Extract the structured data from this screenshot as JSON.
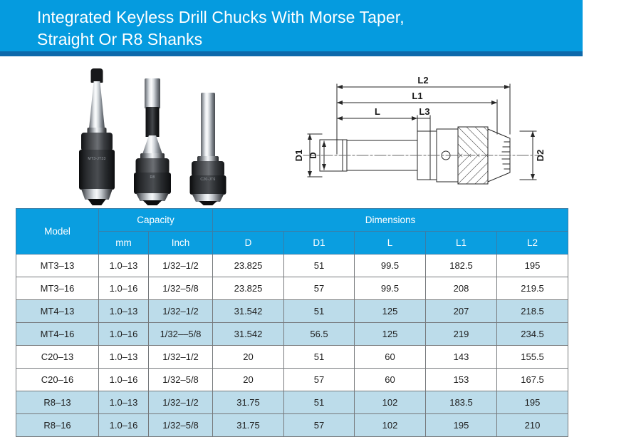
{
  "header": {
    "title": "Integrated Keyless Drill Chucks With Morse Taper,\nStraight Or R8 Shanks",
    "bar_color": "#059bdf",
    "underline_color": "#0d69ab"
  },
  "product_photo": {
    "alt": "Three integrated keyless drill chucks",
    "items": [
      {
        "name": "morse-taper-chuck",
        "label": "MT3-JT33"
      },
      {
        "name": "r8-shank-chuck",
        "label": "R8"
      },
      {
        "name": "straight-shank-chuck",
        "label": "C20-JT6"
      }
    ]
  },
  "tech_drawing": {
    "alt": "Dimensional drawing of drill chuck with shank",
    "dimension_labels": [
      "L2",
      "L1",
      "L",
      "L3",
      "D1",
      "D",
      "D2"
    ]
  },
  "table": {
    "header_group": [
      {
        "label": "Model",
        "span": 1
      },
      {
        "label": "Capacity",
        "span": 2
      },
      {
        "label": "Dimensions",
        "span": 5
      }
    ],
    "header_sub": [
      "mm",
      "Inch",
      "D",
      "D1",
      "L",
      "L1",
      "L2"
    ],
    "header_bg": "#0a9ee0",
    "shaded_bg": "#bcdcea",
    "rows": [
      {
        "shaded": false,
        "cells": [
          "MT3–13",
          "1.0–13",
          "1/32–1/2",
          "23.825",
          "51",
          "99.5",
          "182.5",
          "195"
        ]
      },
      {
        "shaded": false,
        "cells": [
          "MT3–16",
          "1.0–16",
          "1/32–5/8",
          "23.825",
          "57",
          "99.5",
          "208",
          "219.5"
        ]
      },
      {
        "shaded": true,
        "cells": [
          "MT4–13",
          "1.0–13",
          "1/32–1/2",
          "31.542",
          "51",
          "125",
          "207",
          "218.5"
        ]
      },
      {
        "shaded": true,
        "cells": [
          "MT4–16",
          "1.0–16",
          "1/32––5/8",
          "31.542",
          "56.5",
          "125",
          "219",
          "234.5"
        ]
      },
      {
        "shaded": false,
        "cells": [
          "C20–13",
          "1.0–13",
          "1/32–1/2",
          "20",
          "51",
          "60",
          "143",
          "155.5"
        ]
      },
      {
        "shaded": false,
        "cells": [
          "C20–16",
          "1.0–16",
          "1/32–5/8",
          "20",
          "57",
          "60",
          "153",
          "167.5"
        ]
      },
      {
        "shaded": true,
        "cells": [
          "R8–13",
          "1.0–13",
          "1/32–1/2",
          "31.75",
          "51",
          "102",
          "183.5",
          "195"
        ]
      },
      {
        "shaded": true,
        "cells": [
          "R8–16",
          "1.0–16",
          "1/32–5/8",
          "31.75",
          "57",
          "102",
          "195",
          "210"
        ]
      }
    ]
  }
}
